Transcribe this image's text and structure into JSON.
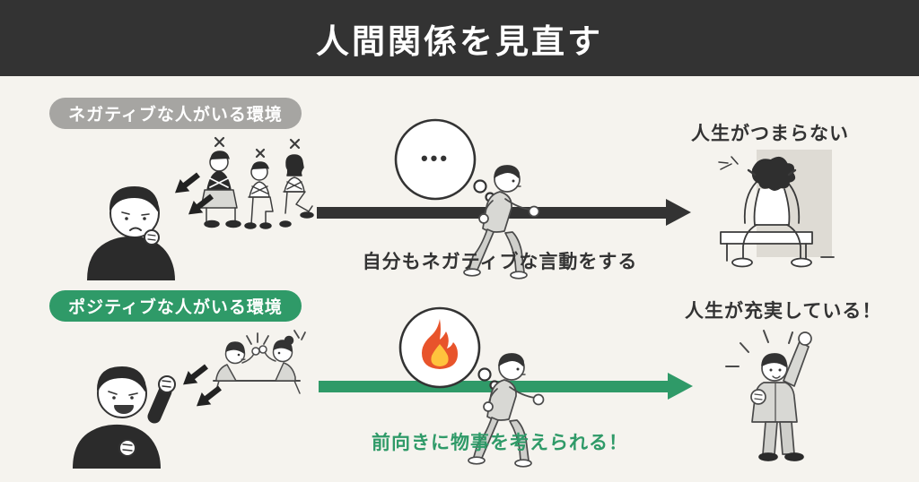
{
  "header": {
    "title": "人間関係を見直す"
  },
  "rows": {
    "negative": {
      "label": "ネガティブな人がいる環境",
      "thought": "•••",
      "caption": "自分もネガティブな言動をする",
      "outcome": "人生がつまらない"
    },
    "positive": {
      "label": "ポジティブな人がいる環境",
      "thought_icon": "flame-icon",
      "caption": "前向きに物事を考えられる！",
      "outcome": "人生が充実している！"
    }
  },
  "icons": {
    "thought_dots": "•••",
    "flame": "🔥",
    "x_mark": "✕",
    "influence_arrow": "↙",
    "flow_arrow": "→"
  },
  "colors": {
    "background": "#f5f3ee",
    "header-bg": "#333333",
    "header-text": "#ffffff",
    "dark": "#333333",
    "green": "#2f9a68",
    "gray-pill": "#a6a5a2",
    "cloth-light": "#d8d8d4",
    "cloth-dark": "#2b2b2b",
    "shadow-gray": "#dedbd4",
    "flame-outer": "#e8542b",
    "flame-inner": "#ffc33d"
  }
}
